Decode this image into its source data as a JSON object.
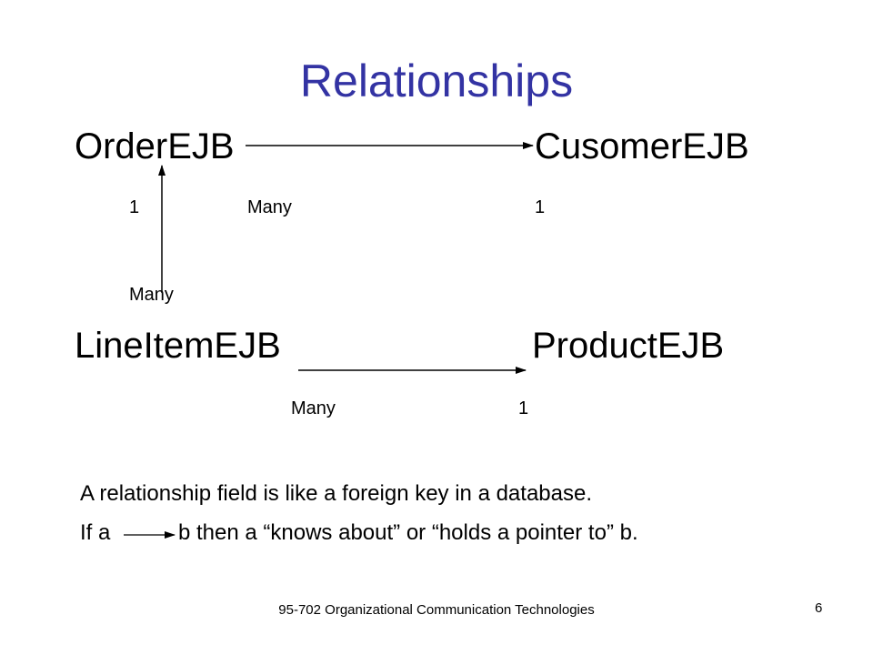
{
  "slide": {
    "title": "Relationships",
    "title_color": "#3333a3",
    "text_color": "#000000"
  },
  "diagram": {
    "nodes": {
      "order": "OrderEJB",
      "customer": "CusomerEJB",
      "lineitem": "LineItemEJB",
      "product": "ProductEJB"
    },
    "edges": [
      {
        "from": "order",
        "to": "customer",
        "from_label": "Many",
        "to_label": "1"
      },
      {
        "from": "lineitem",
        "to": "order",
        "from_label": "Many",
        "to_label": "1"
      },
      {
        "from": "lineitem",
        "to": "product",
        "from_label": "Many",
        "to_label": "1"
      }
    ],
    "multiplicity": {
      "order_one": "1",
      "order_many": "Many",
      "customer_one": "1",
      "lineitem_many": "Many",
      "lineitem_many_product": "Many",
      "product_one": "1"
    }
  },
  "notes": {
    "line1": "A relationship field is like a foreign key in a database.",
    "line2_start": "If a",
    "line2_end": "b then a “knows about” or “holds a pointer to” b."
  },
  "footer": {
    "course": "95-702 Organizational Communication Technologies",
    "page_number": "6"
  }
}
